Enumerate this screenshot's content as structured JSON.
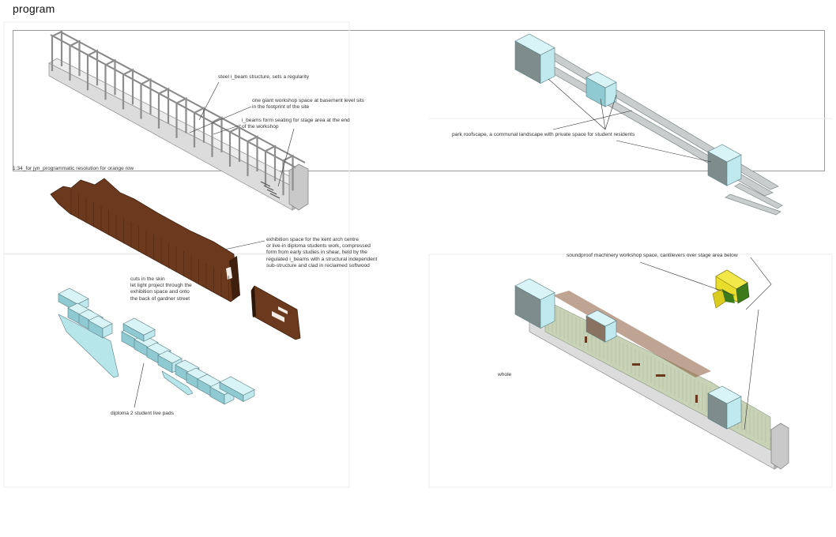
{
  "page": {
    "title": "program"
  },
  "annotations": {
    "steel": "steel i_beam structure, sets a regularity",
    "workshop": [
      "one giant workshop space at basement level sits",
      "in the footprint of the site"
    ],
    "seating": [
      "i_beams form seating for stage area at the end",
      "of the workshop"
    ],
    "orange_row": "1:34_for jyn_programmatic resolution for orange row",
    "park": "park roofscape, a communal landscape with private space for student residents",
    "exhibition": [
      "exhibition space for the kent arch centre",
      "or live-in diploma students work, compressed",
      "form from early studies in shear, held by the",
      "regulated i_beams with a structural independent",
      "sub-structure and clad in reclaimed softwood"
    ],
    "cuts": [
      "cuts in the skin",
      "let light project through the",
      "exhibition space and onto",
      "the back of gardner street"
    ],
    "soundproof": "soundproof machinery workshop space, cantilevers over stage area below",
    "whole": "whole",
    "pods": "diploma 2 student live pads"
  },
  "colors": {
    "timber": "#6b3a1e",
    "timber_dark": "#3f200f",
    "glass": "#bfe9ee",
    "glass_dark": "#8fc9d1",
    "concrete": "#d6d6d6",
    "concrete_dark": "#a9a9a9",
    "machine_yellow": "#e9dc2a",
    "machine_green": "#3c7a1c",
    "clad_green": "#c7d2b6"
  }
}
